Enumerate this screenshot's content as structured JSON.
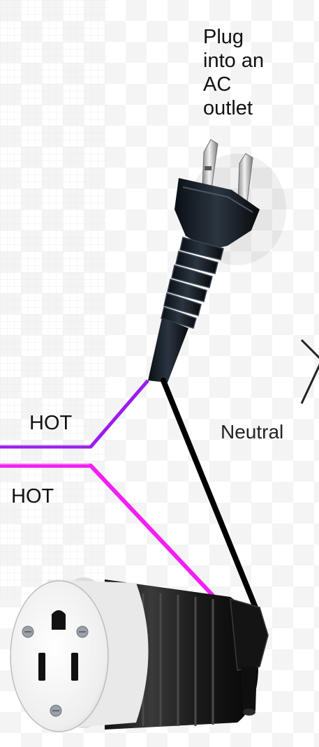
{
  "caption": {
    "lines": [
      "Plug",
      "into an",
      "AC",
      "outlet"
    ]
  },
  "wires": {
    "hot_1": {
      "label": "HOT",
      "color": "#9b1cf0"
    },
    "hot_2": {
      "label": "HOT",
      "color": "#f21ff2"
    },
    "neutral": {
      "label": "Neutral",
      "color": "#000000"
    }
  },
  "icons": {
    "plug": "ac-plug-icon",
    "receptacle": "receptacle-connector-icon",
    "next": "chevron-right-icon"
  }
}
